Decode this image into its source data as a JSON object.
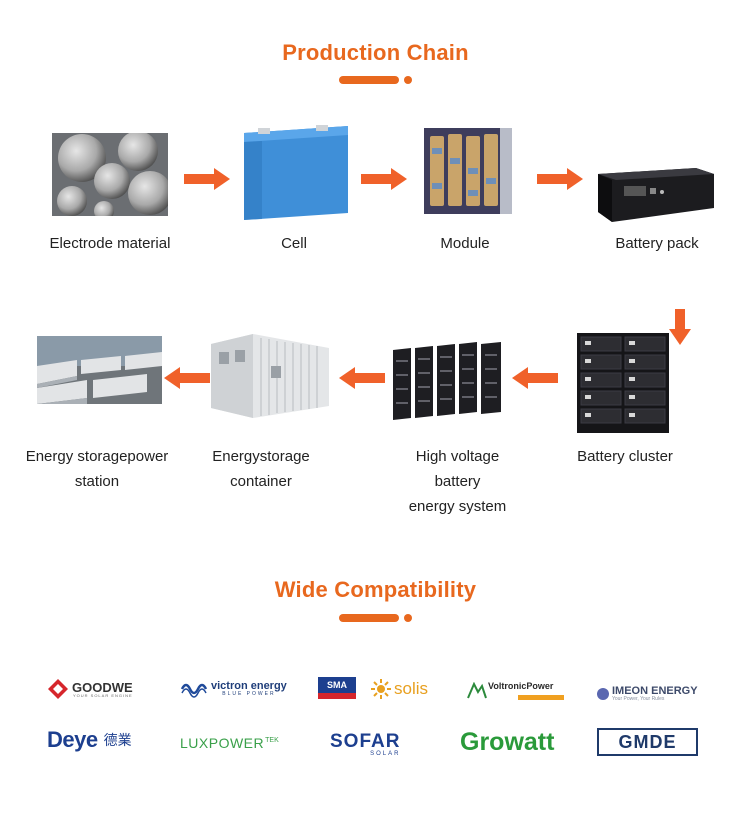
{
  "production": {
    "title": "Production Chain",
    "steps": [
      {
        "label": "Electrode material"
      },
      {
        "label": "Cell"
      },
      {
        "label": "Module"
      },
      {
        "label": "Battery pack"
      },
      {
        "label": "Battery cluster"
      },
      {
        "label": "High voltage\nbattery\nenergy system"
      },
      {
        "label": "Energystorage\ncontainer"
      },
      {
        "label": "Energy storagepower\nstation"
      }
    ]
  },
  "compatibility": {
    "title": "Wide Compatibility",
    "brands": [
      {
        "name": "GOODWE",
        "tagline": "YOUR SOLAR ENGINE"
      },
      {
        "name": "victron energy",
        "tagline": "BLUE POWER"
      },
      {
        "name": "SMA"
      },
      {
        "name": "solis"
      },
      {
        "name": "VoltronicPower"
      },
      {
        "name": "IMEON ENERGY",
        "tagline": "Your Power, Your Rules"
      },
      {
        "name": "Deye",
        "extra": "德業"
      },
      {
        "name": "LUXPOWER",
        "extra": "TEK"
      },
      {
        "name": "SOFAR",
        "tagline": "SOLAR"
      },
      {
        "name": "Growatt"
      },
      {
        "name": "GMDE"
      }
    ]
  },
  "colors": {
    "accent": "#e8681e",
    "arrow": "#f0612a"
  }
}
